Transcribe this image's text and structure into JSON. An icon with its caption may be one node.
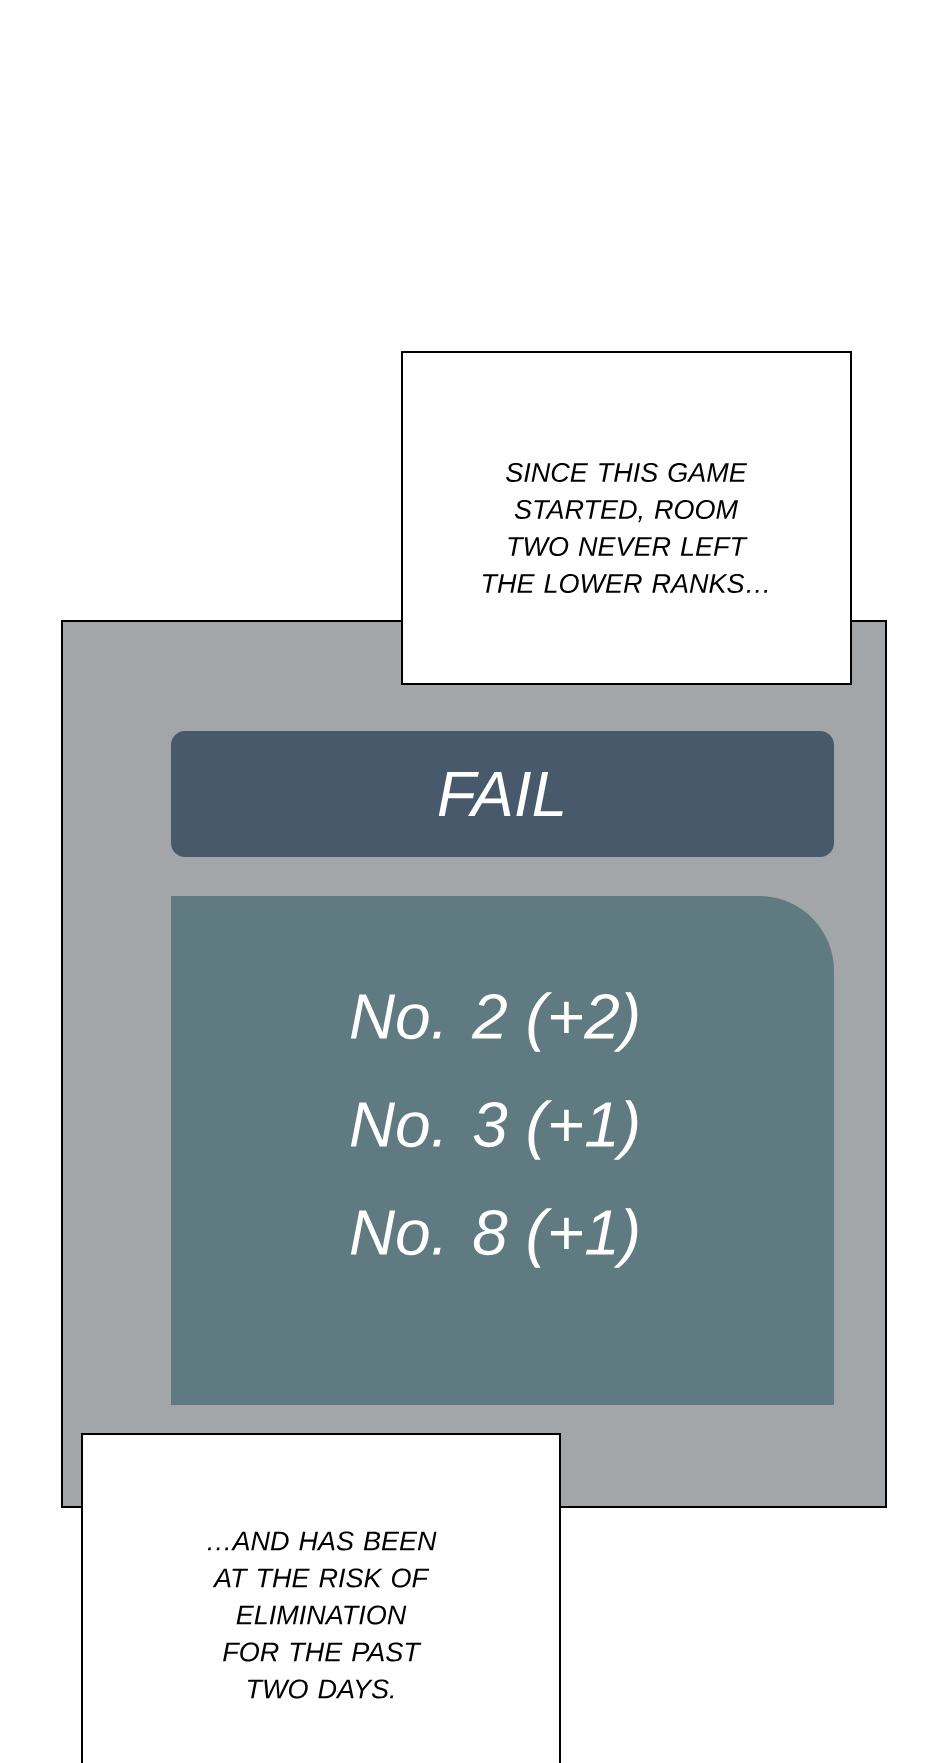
{
  "diagram": {
    "nodes": [
      {
        "text": [
          "SINCE THIS GAME STARTED, ROOM TWO NEVER LEFT THE LOWER RANKS…"
        ]
      },
      {
        "text": [],
        "shape": "box"
      },
      {
        "text": [
          "FAIL"
        ],
        "in": 1
      },
      {
        "text": [
          "No. 2 (+2)",
          "No. 3 (+1)",
          "No. 8 (+1)"
        ],
        "in": 1
      },
      {
        "text": [
          "…AND HAS BEEN AT THE RISK OF ELIMINATION FOR THE PAST TWO DAYS."
        ]
      }
    ]
  }
}
